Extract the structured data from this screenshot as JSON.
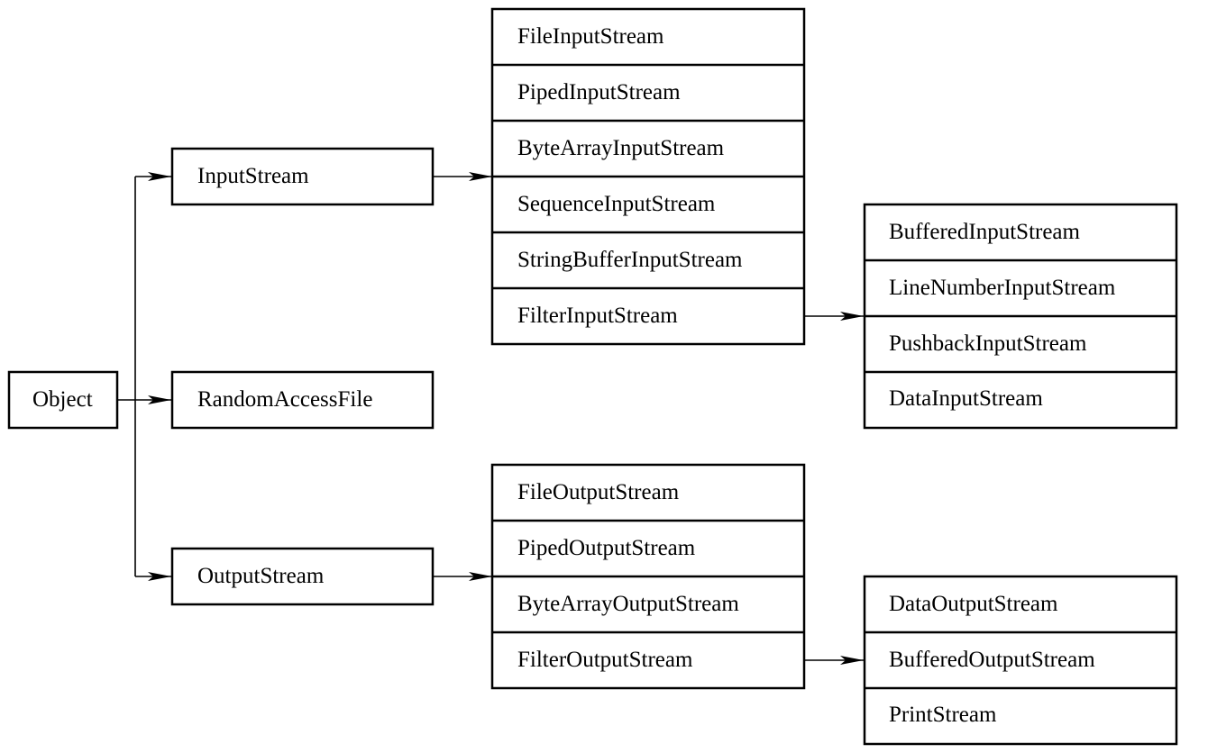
{
  "root": {
    "label": "Object"
  },
  "level1": {
    "input_stream": "InputStream",
    "random_access_file": "RandomAccessFile",
    "output_stream": "OutputStream"
  },
  "input_subclasses": [
    "FileInputStream",
    "PipedInputStream",
    "ByteArrayInputStream",
    "SequenceInputStream",
    "StringBufferInputStream",
    "FilterInputStream"
  ],
  "filter_input_subclasses": [
    "BufferedInputStream",
    "LineNumberInputStream",
    "PushbackInputStream",
    "DataInputStream"
  ],
  "output_subclasses": [
    "FileOutputStream",
    "PipedOutputStream",
    "ByteArrayOutputStream",
    "FilterOutputStream"
  ],
  "filter_output_subclasses": [
    "DataOutputStream",
    "BufferedOutputStream",
    "PrintStream"
  ]
}
